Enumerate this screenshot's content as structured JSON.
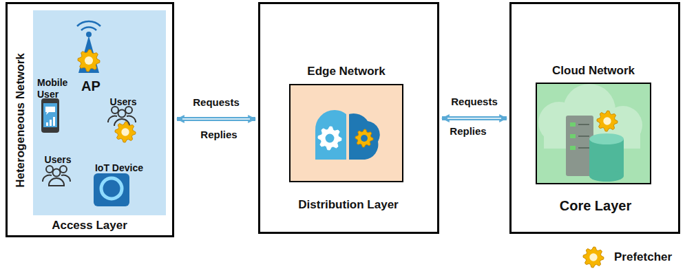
{
  "diagram": {
    "nodes": [
      {
        "text": [
          "Heterogeneous Network",
          "Access Layer"
        ]
      },
      {
        "text": [
          "AP",
          "Mobile User",
          "Users",
          "Users",
          "IoT Device"
        ],
        "in": 0
      },
      {
        "text": [
          "Distribution Layer"
        ]
      },
      {
        "text": [
          "Edge Network"
        ],
        "in": 2
      },
      {
        "text": [
          "Core Layer"
        ]
      },
      {
        "text": [
          "Cloud Network"
        ],
        "in": 4
      }
    ],
    "edges": [
      {
        "from": 0,
        "to": 2,
        "arrow": "both",
        "label": "Requests"
      },
      {
        "from": 2,
        "to": 4,
        "arrow": "both",
        "label": "Requests"
      }
    ],
    "labels": [
      "Replies",
      "Replies"
    ],
    "legend": [
      {
        "text": "Prefetcher"
      }
    ]
  }
}
